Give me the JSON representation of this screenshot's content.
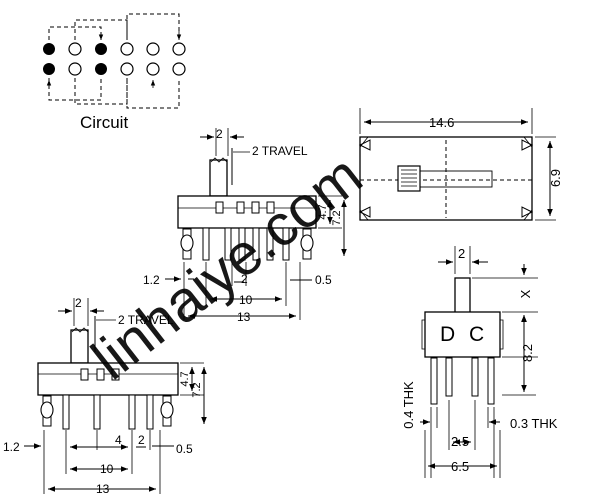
{
  "circuit": {
    "label": "Circuit"
  },
  "top_view": {
    "length": "14.6",
    "width": "6.9"
  },
  "side_view_upper": {
    "travel_width": "2",
    "travel_label": "2 TRAVEL",
    "height_a": "4.7",
    "height_b": "7.2",
    "pin_offset": "1.2",
    "pitch": "2",
    "span_10": "10",
    "span_13": "13",
    "pin_width": "0.5"
  },
  "side_view_lower": {
    "travel_width": "2",
    "travel_label": "2 TRAVEL",
    "height_a": "4.7",
    "height_b": "7.2",
    "pin_offset": "1.2",
    "span_4": "4",
    "pitch": "2",
    "pin_width": "0.5",
    "span_10": "10",
    "span_13": "13"
  },
  "end_view": {
    "actuator_width": "2",
    "actuator_height": "X",
    "body_height": "8.2",
    "label_d": "D",
    "label_c": "C",
    "thk_left": "0.4 THK",
    "thk_right": "0.3 THK",
    "pin_pitch": "2.5",
    "body_width": "6.5"
  },
  "watermark": {
    "text": "linhaiye.com"
  }
}
